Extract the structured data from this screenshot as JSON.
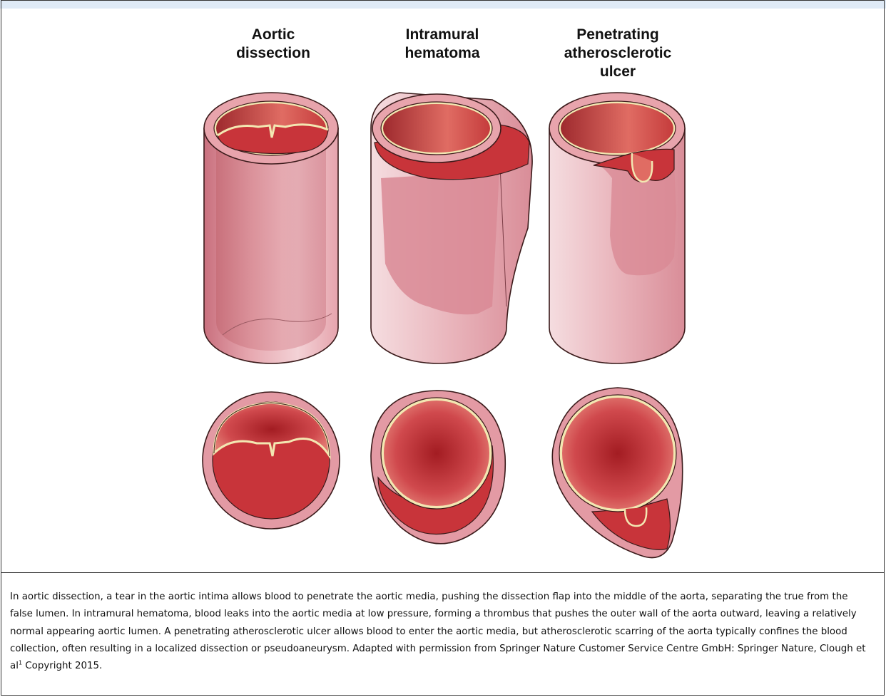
{
  "titles": {
    "aortic_dissection": "Aortic\ndissection",
    "intramural_hematoma": "Intramural\nhematoma",
    "penetrating_ulcer": "Penetrating\natherosclerotic\nulcer"
  },
  "caption": {
    "text": "In aortic dissection, a tear in the aortic intima allows blood to penetrate the aortic media, pushing the dissection flap into the middle of the aorta, separating the true from the false lumen. In intramural hematoma, blood leaks into the aortic media at low pressure, forming a thrombus that pushes the outer wall of the aorta outward, leaving a relatively normal appearing aortic lumen. A penetrating atherosclerotic ulcer allows blood to enter the aortic media, but atherosclerotic scarring of the aorta typically confines the blood collection, often resulting in a localized dissection or pseudoaneurysm. Adapted with permission from Springer Nature Customer Service Centre GmbH: Springer Nature, Clough et al",
    "reference_sup": "1",
    "copyright": " Copyright 2015."
  },
  "colors": {
    "vessel_wall": "#e7a6ae",
    "vessel_shade": "#d98a95",
    "lumen_red": "#c8343a",
    "lumen_dark": "#9e1f24",
    "intima": "#f3e7b2",
    "outline": "#3a1a1a"
  }
}
